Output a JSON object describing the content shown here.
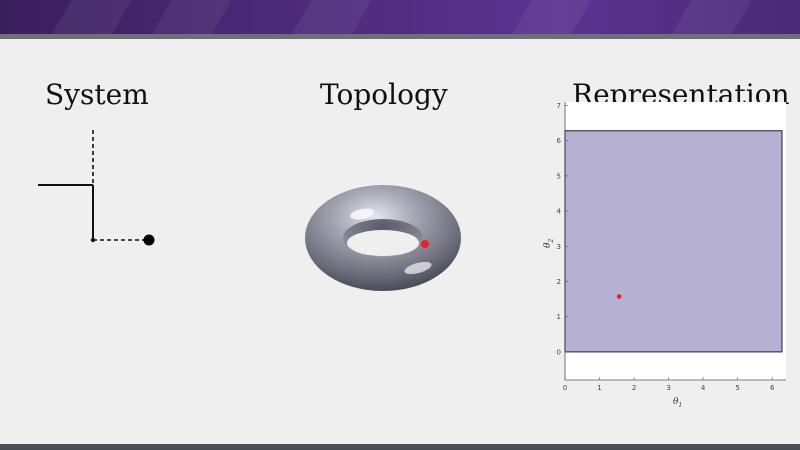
{
  "headings": {
    "system": "System",
    "topology": "Topology",
    "representation": "Representation"
  },
  "colors": {
    "banner_purple": "#4b2a78",
    "state_marker": "#e8202a",
    "region_fill": "#b6b0d3",
    "torus_gray": "#8a8a98"
  },
  "chart_data": {
    "type": "scatter",
    "xlabel": "θ",
    "xlabel_sub": "1",
    "ylabel": "θ",
    "ylabel_sub": "2",
    "xlim": [
      0,
      6.4
    ],
    "ylim": [
      -0.8,
      7.1
    ],
    "x_ticks": [
      0,
      1,
      2,
      3,
      4,
      5,
      6
    ],
    "y_ticks": [
      0,
      1,
      2,
      3,
      4,
      5,
      6,
      7
    ],
    "region": {
      "x": [
        0,
        6.283
      ],
      "y": [
        0,
        6.283
      ]
    },
    "points": [
      {
        "x": 1.57,
        "y": 1.57
      }
    ],
    "grid": false
  }
}
